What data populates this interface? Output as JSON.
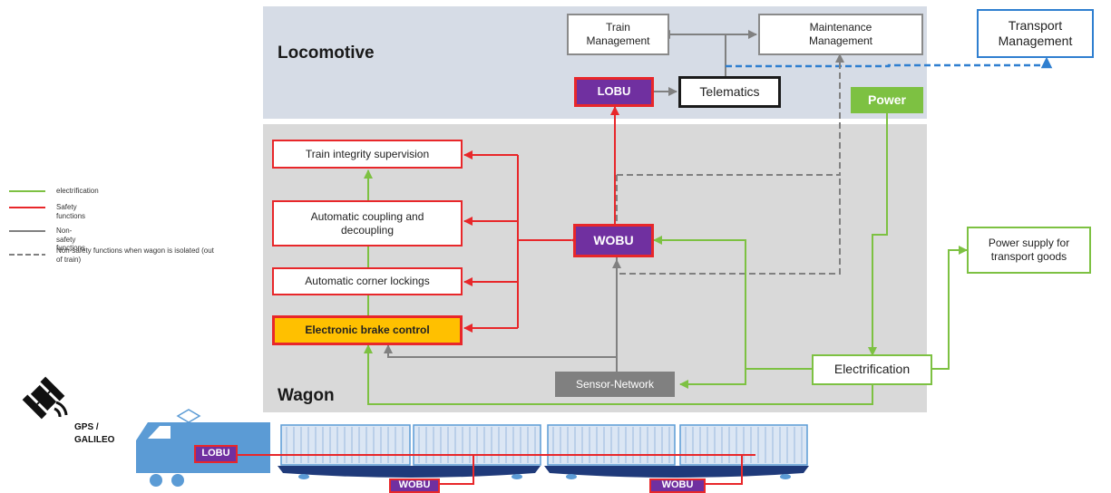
{
  "regions": {
    "locomotive": "Locomotive",
    "wagon": "Wagon"
  },
  "boxes": {
    "train_management": "Train Management",
    "maintenance_management": "Maintenance Management",
    "transport_management": "Transport Management",
    "lobu": "LOBU",
    "telematics": "Telematics",
    "power": "Power",
    "train_integrity": "Train integrity supervision",
    "automatic_coupling": "Automatic coupling and decoupling",
    "corner_lockings": "Automatic corner lockings",
    "brake_control": "Electronic brake control",
    "wobu": "WOBU",
    "power_supply": "Power supply for transport goods",
    "electrification": "Electrification",
    "sensor_network": "Sensor-Network"
  },
  "legend": [
    {
      "label": "electrification",
      "color": "#7dc142",
      "style": "solid"
    },
    {
      "label": "Safety functions",
      "color": "#e8272a",
      "style": "solid"
    },
    {
      "label": "Non-safety functions",
      "color": "#808080",
      "style": "solid"
    },
    {
      "label": "Non-safety functions when wagon is isolated (out of train)",
      "color": "#808080",
      "style": "dashed"
    }
  ],
  "train": {
    "gps_label": "GPS / GALILEO",
    "lobu_label": "LOBU",
    "wobu_label_1": "WOBU",
    "wobu_label_2": "WOBU"
  },
  "colors": {
    "electrification": "#7dc142",
    "safety": "#e8272a",
    "non_safety": "#808080",
    "transport_link": "#2f7fd0",
    "obu_fill": "#7030a0",
    "brake_fill": "#ffc000",
    "region_locomotive": "#d6dce6",
    "region_wagon": "#d9d9d9",
    "sensor_fill": "#808080",
    "loco_body": "#5b9bd5"
  }
}
